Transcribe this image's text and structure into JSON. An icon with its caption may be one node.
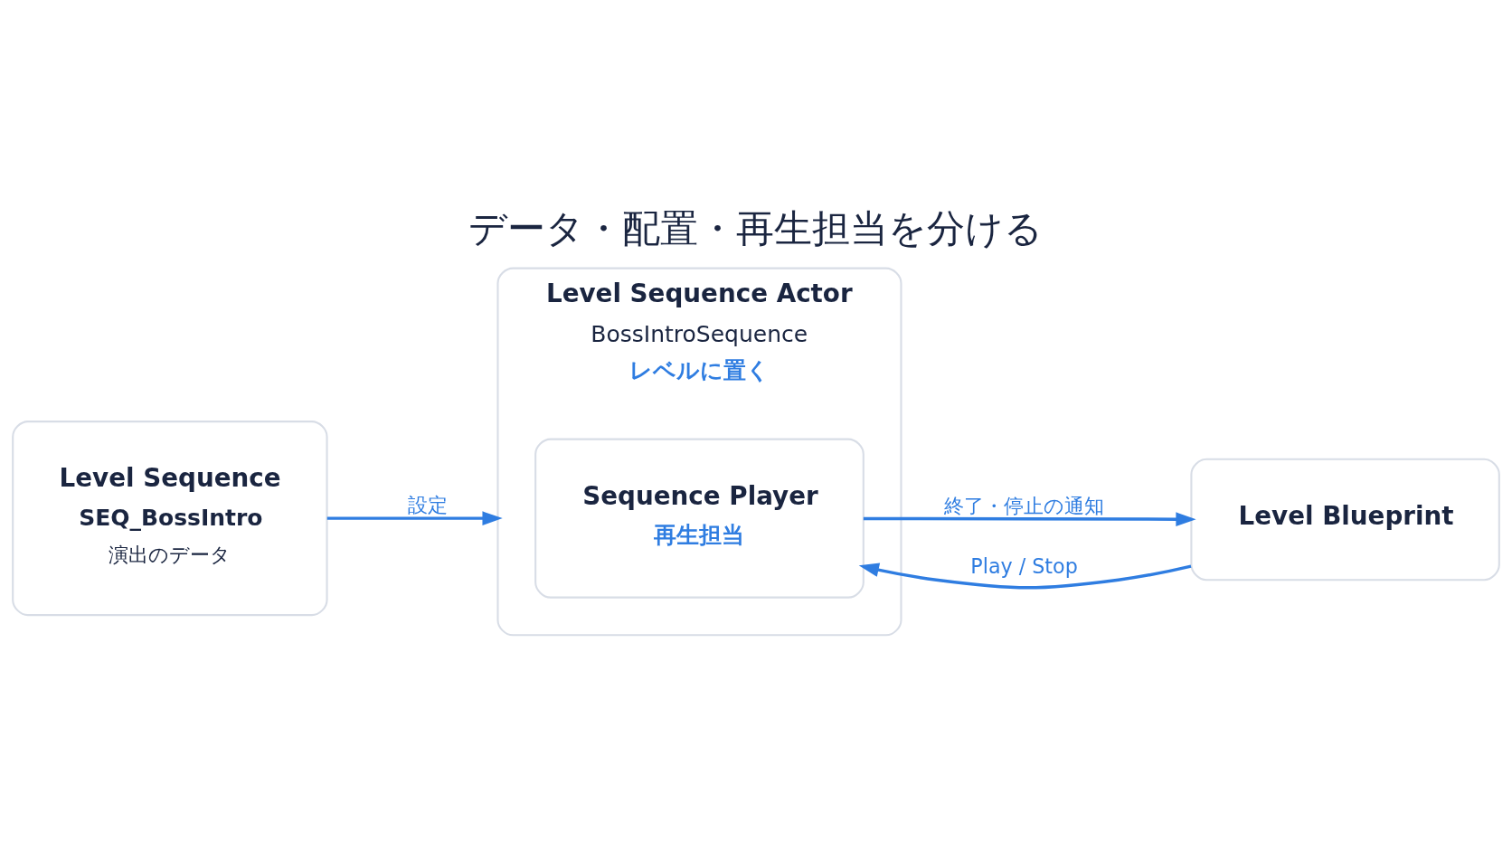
{
  "diagram": {
    "title": "データ・配置・再生担当を分ける",
    "nodes": [
      {
        "text": [
          "Level Sequence",
          "SEQ_BossIntro",
          "演出のデータ"
        ]
      },
      {
        "text": [
          "Level Sequence Actor",
          "BossIntroSequence",
          "レベルに置く"
        ]
      },
      {
        "text": [
          "Sequence Player",
          "再生担当"
        ],
        "in": 1
      },
      {
        "text": [
          "Level Blueprint"
        ]
      }
    ],
    "edges": [
      {
        "from": 0,
        "to": 1,
        "arrow": "to",
        "label": "設定"
      },
      {
        "from": 3,
        "to": 2,
        "arrow": "to",
        "label": "Play / Stop"
      },
      {
        "from": 2,
        "to": 3,
        "arrow": "to",
        "label": "終了・停止の通知"
      }
    ]
  }
}
